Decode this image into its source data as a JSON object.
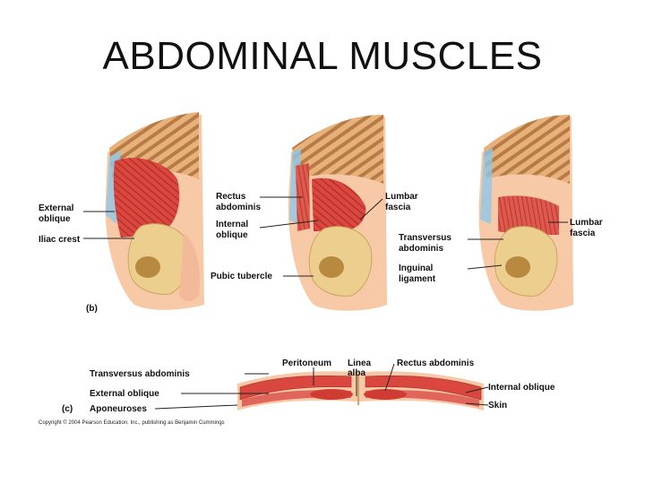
{
  "title": "ABDOMINAL MUSCLES",
  "panel_b": {
    "marker": "(b)",
    "labels": {
      "external_oblique": [
        "External",
        "oblique"
      ],
      "iliac_crest": "Iliac crest",
      "rectus_abdominis": [
        "Rectus",
        "abdominis"
      ],
      "internal_oblique": [
        "Internal",
        "oblique"
      ],
      "pubic_tubercle": "Pubic tubercle",
      "lumbar_fascia_mid": [
        "Lumbar",
        "fascia"
      ],
      "transversus_abdominis": [
        "Transversus",
        "abdominis"
      ],
      "inguinal_ligament": [
        "Inguinal",
        "ligament"
      ],
      "lumbar_fascia_right": [
        "Lumbar",
        "fascia"
      ]
    }
  },
  "panel_c": {
    "marker": "(c)",
    "labels": {
      "peritoneum": "Peritoneum",
      "linea_alba": [
        "Linea",
        "alba"
      ],
      "rectus_abdominis": "Rectus abdominis",
      "transversus_abdominis": "Transversus abdominis",
      "external_oblique": "External oblique",
      "aponeuroses": "Aponeuroses",
      "internal_oblique": "Internal oblique",
      "skin": "Skin"
    }
  },
  "copyright": "Copyright © 2004 Pearson Education, Inc., publishing as Benjamin Cummings",
  "colors": {
    "muscle": "#d9473f",
    "muscle_light": "#ee8a7f",
    "bone": "#eccf8e",
    "skin": "#f7c9a6",
    "rib": "#c98f5b",
    "cartilage": "#8fc7e8"
  }
}
